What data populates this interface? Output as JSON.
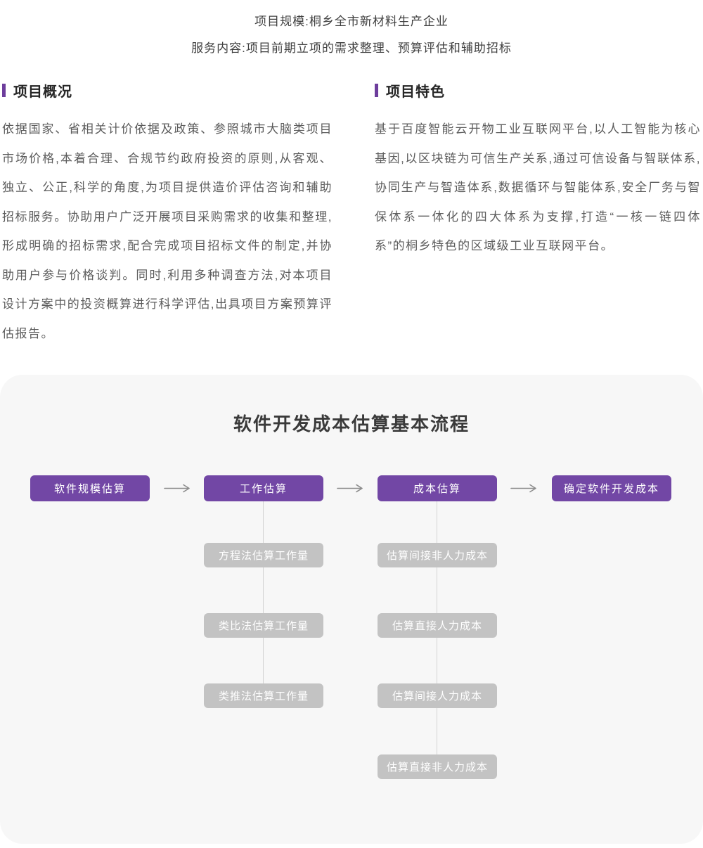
{
  "header": {
    "line1": "项目规模:桐乡全市新材料生产企业",
    "line2": "服务内容:项目前期立项的需求整理、预算评估和辅助招标"
  },
  "sections": {
    "overview": {
      "title": "项目概况",
      "body": "依据国家、省相关计价依据及政策、参照城市大脑类项目市场价格,本着合理、合规节约政府投资的原则,从客观、独立、公正,科学的角度,为项目提供造价评估咨询和辅助招标服务。协助用户广泛开展项目采购需求的收集和整理,形成明确的招标需求,配合完成项目招标文件的制定,并协助用户参与价格谈判。同时,利用多种调查方法,对本项目设计方案中的投资概算进行科学评估,出具项目方案预算评估报告。"
    },
    "features": {
      "title": "项目特色",
      "body": "基于百度智能云开物工业互联网平台,以人工智能为核心基因,以区块链为可信生产关系,通过可信设备与智联体系,协同生产与智造体系,数据循环与智能体系,安全厂务与智保体系一体化的四大体系为支撑,打造“一核一链四体系”的桐乡特色的区域级工业互联网平台。"
    }
  },
  "flowchart": {
    "title": "软件开发成本估算基本流程",
    "main_nodes": [
      {
        "label": "软件规模估算"
      },
      {
        "label": "工作估算"
      },
      {
        "label": "成本估算"
      },
      {
        "label": "确定软件开发成本"
      }
    ],
    "work_sub_nodes": [
      {
        "label": "方程法估算工作量"
      },
      {
        "label": "类比法估算工作量"
      },
      {
        "label": "类推法估算工作量"
      }
    ],
    "cost_sub_nodes": [
      {
        "label": "估算间接非人力成本"
      },
      {
        "label": "估算直接人力成本"
      },
      {
        "label": "估算间接人力成本"
      },
      {
        "label": "估算直接非人力成本"
      }
    ]
  },
  "colors": {
    "accent_purple": "#7247a5",
    "heading_bar_purple": "#6d3d9c",
    "sub_node_gray": "#c3c3c3",
    "card_background": "#f7f7f7",
    "connector_gray": "#d4d4d4",
    "arrow_gray": "#8c8c8c"
  }
}
